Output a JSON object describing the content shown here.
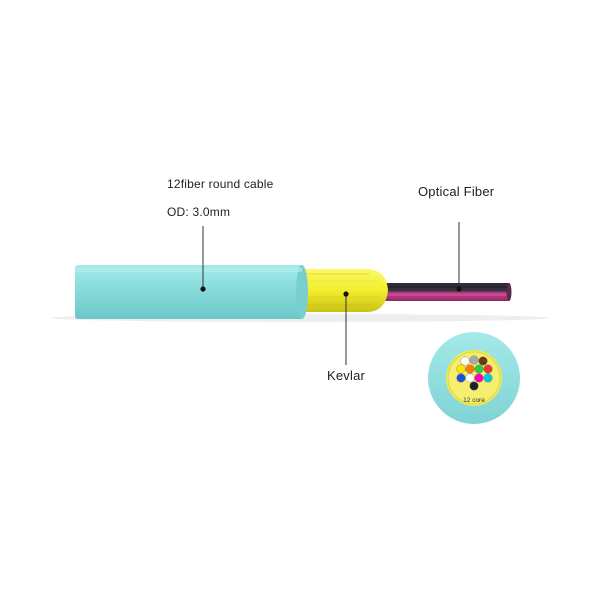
{
  "labels": {
    "cable_line1": "12fiber round cable",
    "cable_line2": "OD: 3.0mm",
    "optical_fiber": "Optical Fiber",
    "kevlar": "Kevlar",
    "core_count": "12 core"
  },
  "colors": {
    "jacket": "#8edfdf",
    "jacket_shadow": "#6cc6c8",
    "kevlar": "#f5f23a",
    "kevlar_shadow": "#c9c21a",
    "fiber_pink": "#cc3f8e",
    "fiber_dark": "#2b2b33",
    "leader_line": "#333333"
  },
  "cross_section": {
    "fiber_colors": [
      "#ffffff",
      "#a9a9a9",
      "#6b3b12",
      "#ffe600",
      "#ff7a00",
      "#2ecc40",
      "#e53935",
      "#1e4fd8",
      "#ffffff",
      "#ff00b4",
      "#00c8e0",
      "#222222"
    ]
  }
}
